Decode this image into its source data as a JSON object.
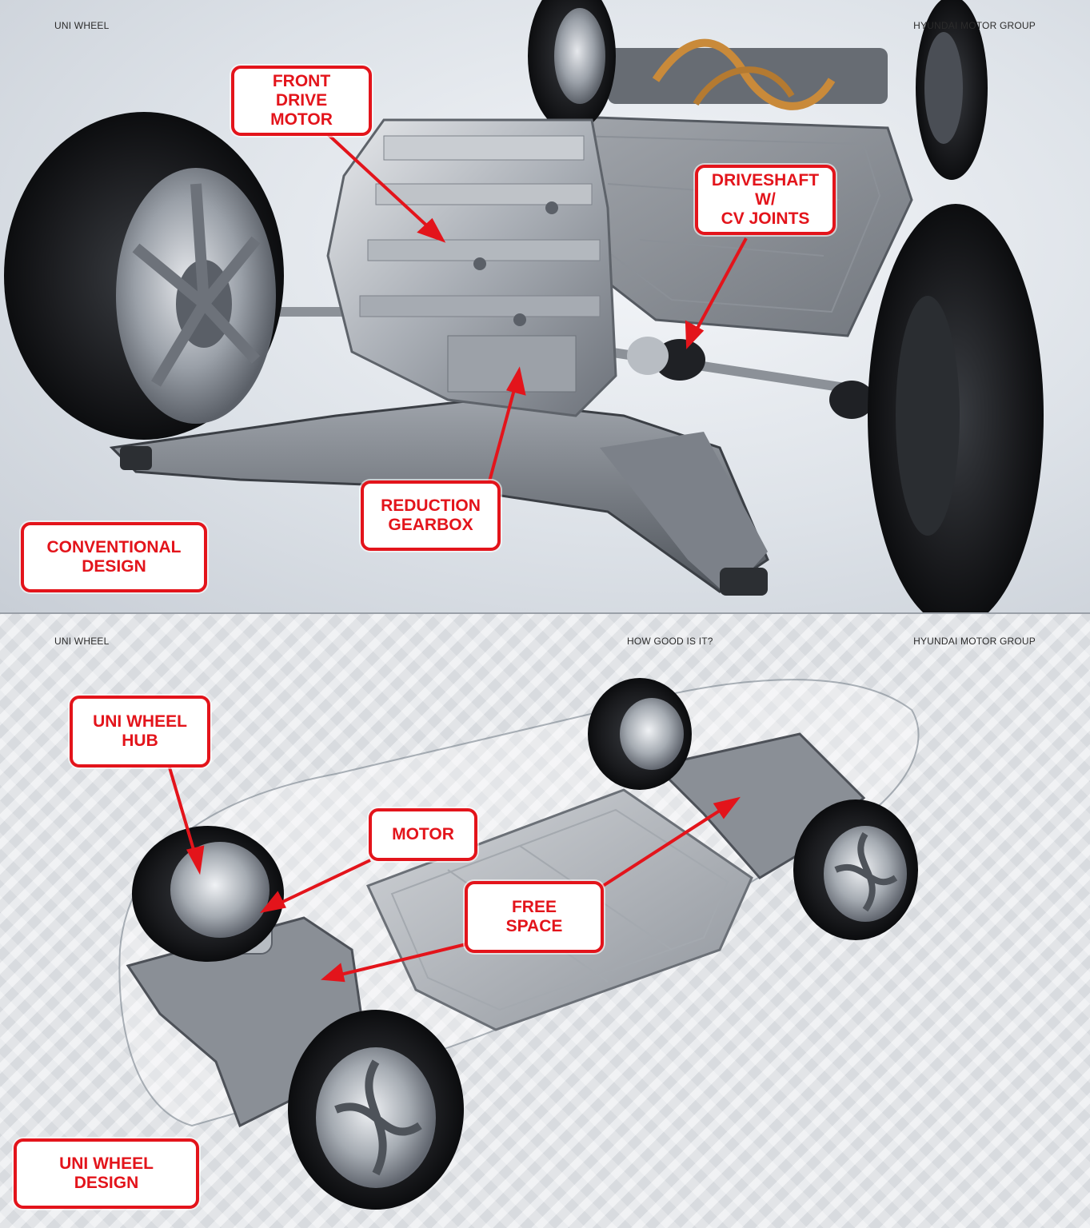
{
  "top_panel": {
    "brand_left": "UNI WHEEL",
    "brand_right": "HYUNDAI MOTOR GROUP",
    "labels": {
      "front_drive_motor": "FRONT\nDRIVE\nMOTOR",
      "driveshaft": "DRIVESHAFT\nW/\nCV JOINTS",
      "reduction_gearbox": "REDUCTION\nGEARBOX",
      "conventional_design": "CONVENTIONAL\nDESIGN"
    }
  },
  "bottom_panel": {
    "brand_left": "UNI WHEEL",
    "title_center": "HOW GOOD IS IT?",
    "brand_right": "HYUNDAI MOTOR GROUP",
    "labels": {
      "uni_wheel_hub": "UNI WHEEL\nHUB",
      "motor": "MOTOR",
      "free_space": "FREE\nSPACE",
      "uni_wheel_design": "UNI WHEEL\nDESIGN"
    }
  },
  "colors": {
    "callout_red": "#e3141b",
    "callout_fill": "#ffffff"
  }
}
